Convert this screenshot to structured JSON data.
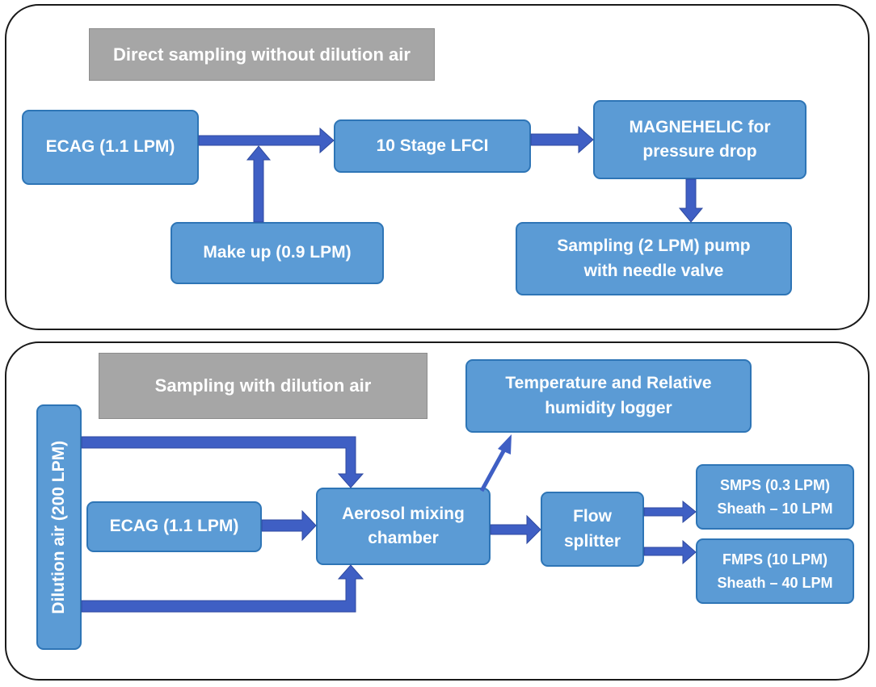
{
  "top_panel": {
    "title": "Direct sampling without dilution air",
    "nodes": {
      "ecag": "ECAG (1.1 LPM)",
      "lfci": "10 Stage LFCI",
      "magnehelic": "MAGNEHELIC for\npressure drop",
      "makeup": "Make up (0.9 LPM)",
      "pump": "Sampling (2 LPM) pump\nwith needle valve"
    }
  },
  "bottom_panel": {
    "title": "Sampling with dilution air",
    "nodes": {
      "dilution": "Dilution air (200 LPM)",
      "ecag": "ECAG (1.1 LPM)",
      "mixing": "Aerosol mixing\nchamber",
      "temp_logger": "Temperature and Relative\nhumidity logger",
      "splitter": "Flow\nsplitter",
      "smps": "SMPS (0.3 LPM)\nSheath – 10 LPM",
      "fmps": "FMPS (10 LPM)\nSheath – 40 LPM"
    }
  },
  "colors": {
    "node_fill": "#5b9bd5",
    "node_border": "#2e75b6",
    "arrow": "#3f5fc4",
    "title_fill": "#a6a6a6"
  }
}
